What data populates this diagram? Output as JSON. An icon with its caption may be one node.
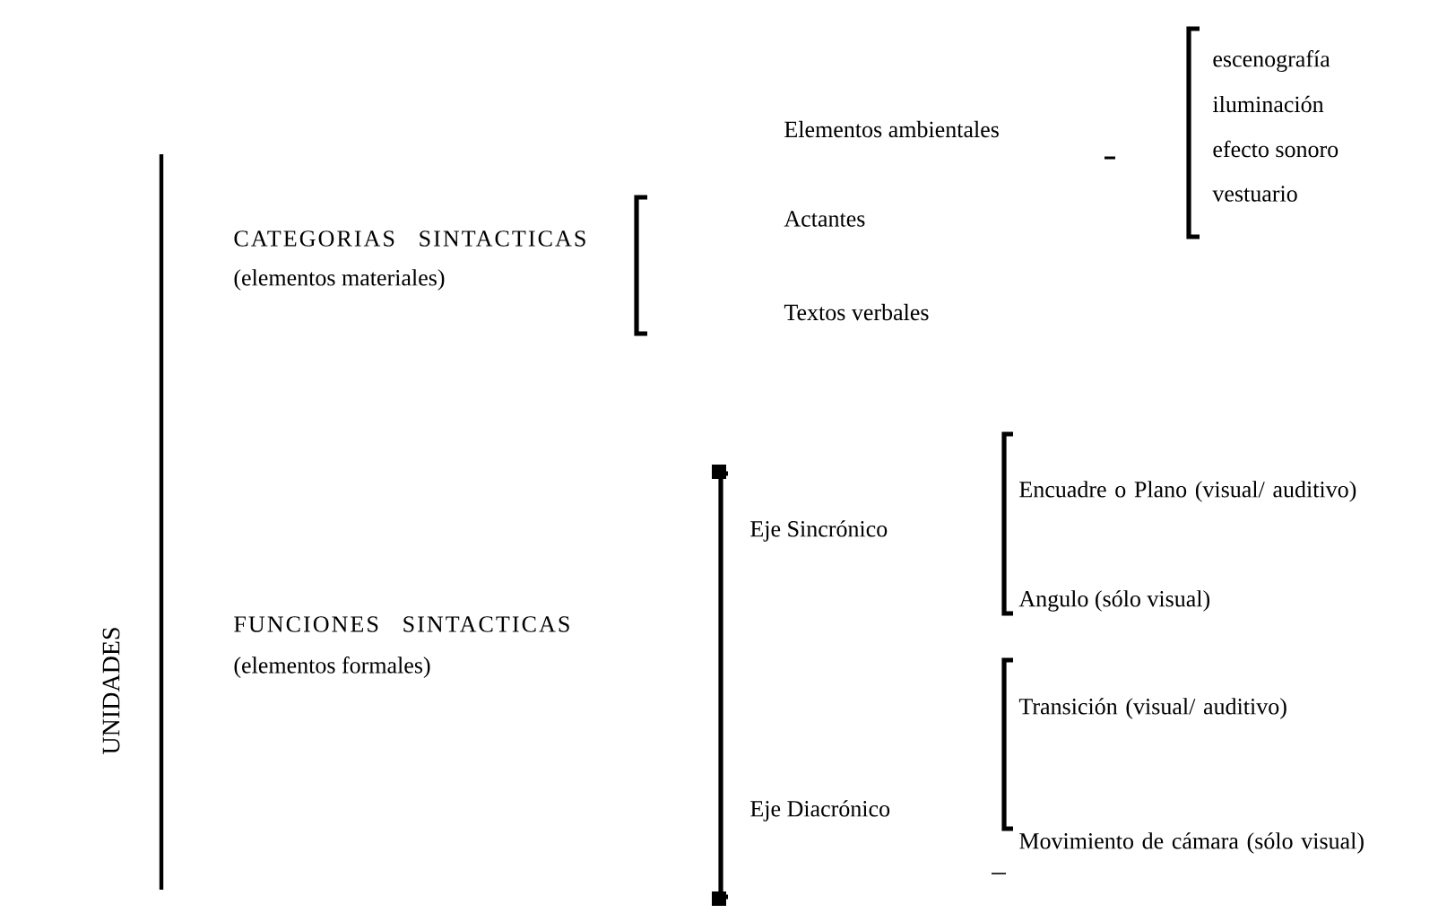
{
  "diagram": {
    "labels": [
      "UNIDADES",
      "CATEGORIAS SINTACTICAS",
      "(elementos materiales)",
      "Elementos ambientales",
      "Actantes",
      "Textos verbales",
      "escenografía",
      "iluminación",
      "efecto sonoro",
      "vestuario",
      "FUNCIONES SINTACTICAS",
      "(elementos formales)",
      "Eje Sincrónico",
      "Eje Diacrónico",
      "Encuadre o Plano (visual/ auditivo)",
      "Angulo (sólo visual)",
      "Transición (visual/ auditivo)",
      "Movimiento de cámara (sólo visual)"
    ]
  }
}
